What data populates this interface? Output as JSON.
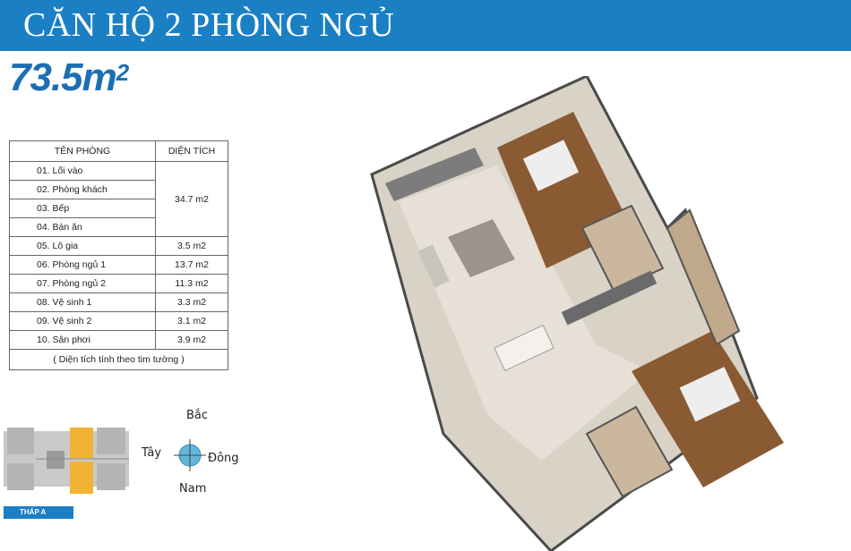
{
  "header": {
    "title": "CĂN HỘ 2 PHÒNG NGỦ",
    "area_value": "73.5m",
    "area_unit_sup": "2"
  },
  "table": {
    "col_room": "TÊN PHÒNG",
    "col_area": "DIỆN TÍCH",
    "rows": [
      {
        "name": "01. Lối vào"
      },
      {
        "name": "02. Phòng khách",
        "area": "34.7 m2"
      },
      {
        "name": "03. Bếp"
      },
      {
        "name": "04. Bàn ăn"
      },
      {
        "name": "05. Lô gia",
        "area": "3.5 m2"
      },
      {
        "name": "06. Phòng ngủ 1",
        "area": "13.7 m2"
      },
      {
        "name": "07. Phòng ngủ 2",
        "area": "11.3 m2"
      },
      {
        "name": "08. Vệ sinh 1",
        "area": "3.3 m2"
      },
      {
        "name": "09. Vệ sinh 2",
        "area": "3.1 m2"
      },
      {
        "name": "10. Sân phơi",
        "area": "3.9 m2"
      }
    ],
    "note": "( Diện tích tính theo tim tường )"
  },
  "keyplan": {
    "tower_label": "THÁP A"
  },
  "compass": {
    "north": "Bắc",
    "south": "Nam",
    "east": "Đông",
    "west": "Tây"
  },
  "colors": {
    "banner": "#1b7fc4",
    "area_text": "#1b6fb5",
    "compass": "#5fb6d9",
    "unit_highlight": "#f2b233"
  }
}
